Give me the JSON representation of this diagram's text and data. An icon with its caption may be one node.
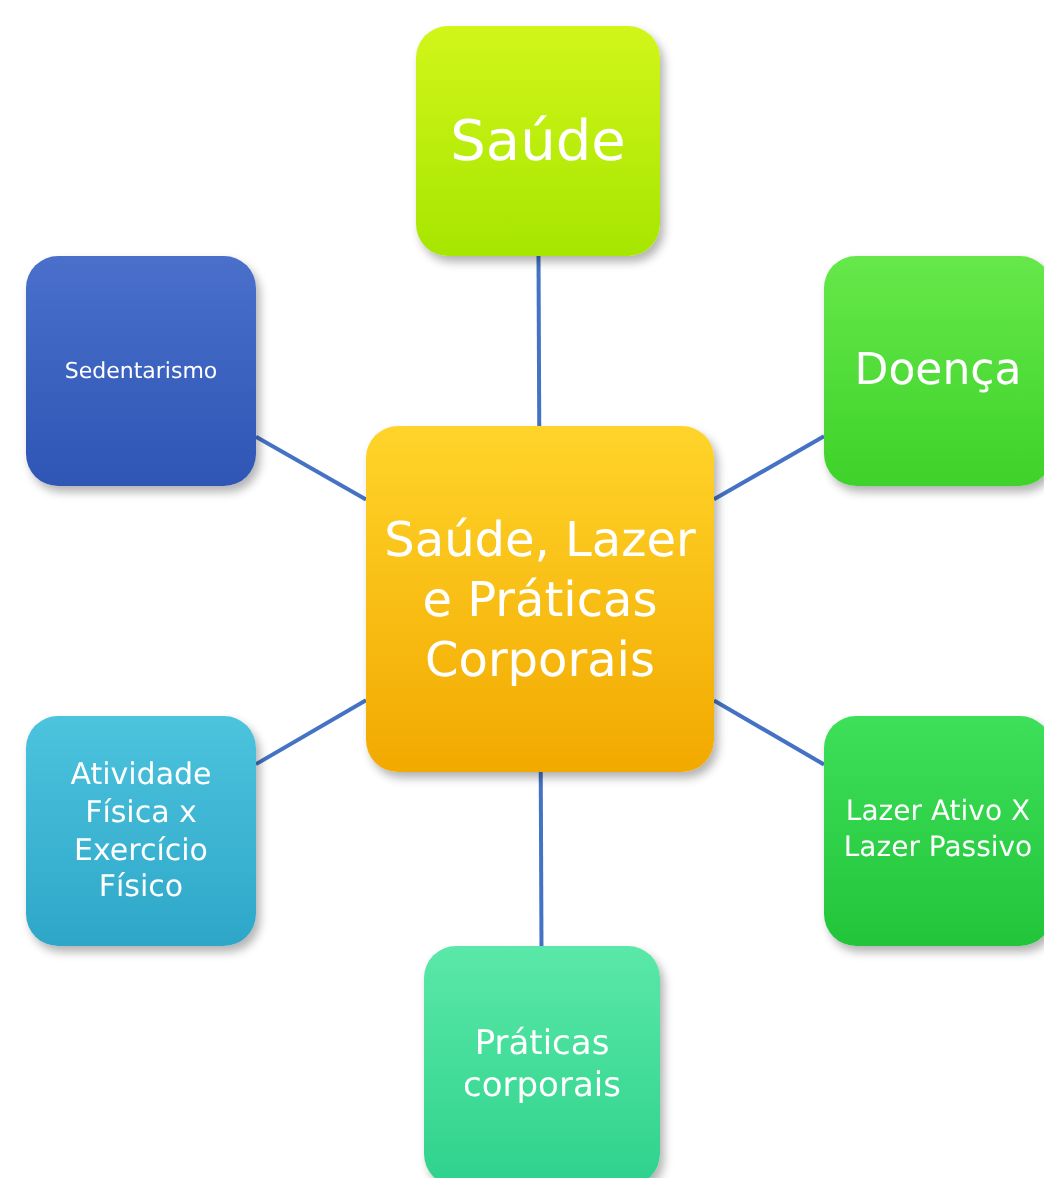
{
  "diagram": {
    "nodes": [
      {
        "text": [
          "Saúde, Lazer e Práticas Corporais"
        ]
      },
      {
        "text": [
          "Saúde"
        ]
      },
      {
        "text": [
          "Doença"
        ]
      },
      {
        "text": [
          "Lazer Ativo X Lazer Passivo"
        ]
      },
      {
        "text": [
          "Práticas corporais"
        ]
      },
      {
        "text": [
          "Atividade Física x Exercício Físico"
        ]
      },
      {
        "text": [
          "Sedentarismo"
        ]
      }
    ],
    "edges": [
      {
        "from": 0,
        "to": 1,
        "arrow": "none"
      },
      {
        "from": 0,
        "to": 2,
        "arrow": "none"
      },
      {
        "from": 0,
        "to": 3,
        "arrow": "none"
      },
      {
        "from": 0,
        "to": 4,
        "arrow": "none"
      },
      {
        "from": 0,
        "to": 5,
        "arrow": "none"
      },
      {
        "from": 0,
        "to": 6,
        "arrow": "none"
      }
    ]
  }
}
